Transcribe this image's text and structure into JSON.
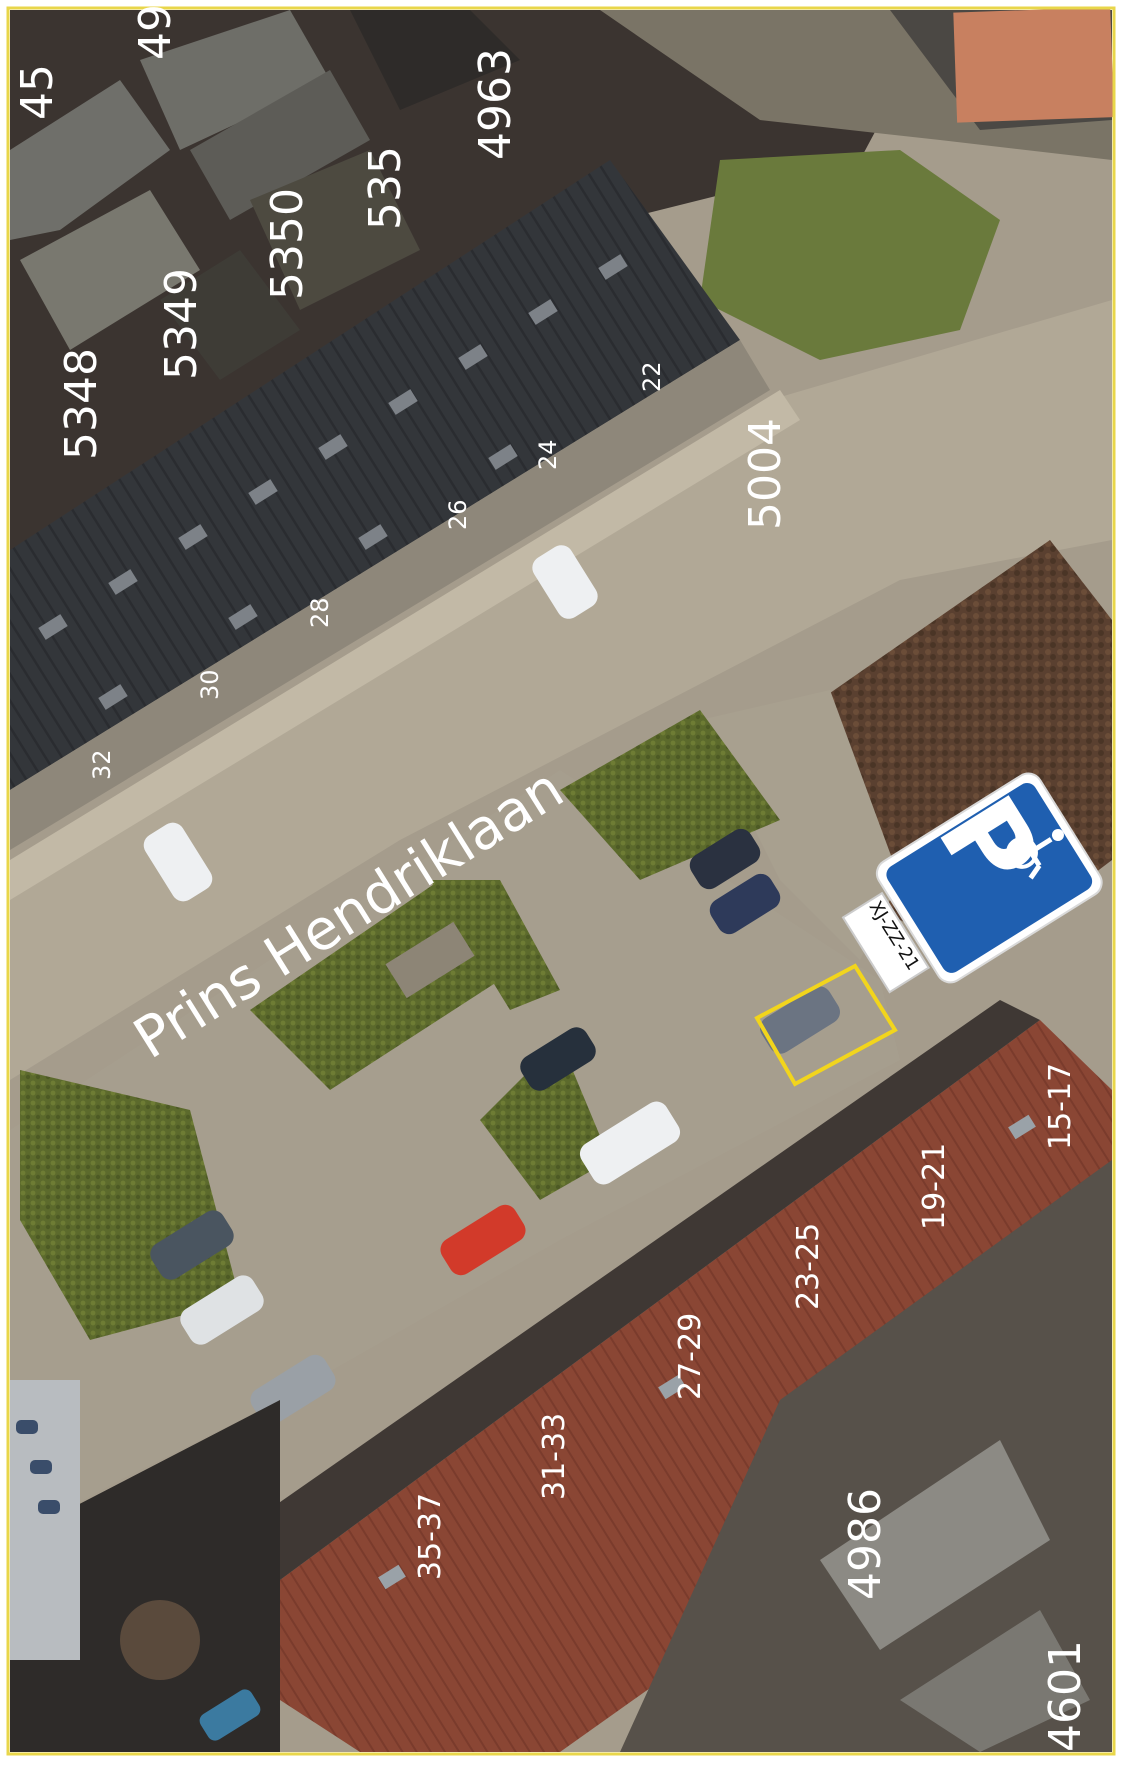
{
  "street": {
    "name": "Prins Hendriklaan"
  },
  "house_numbers_top": [
    "32",
    "30",
    "28",
    "26",
    "24",
    "22"
  ],
  "house_numbers_bottom": [
    "35-37",
    "31-33",
    "27-29",
    "23-25",
    "19-21",
    "15-17"
  ],
  "parcel_numbers": [
    "5348",
    "5349",
    "5350",
    "535",
    "4963",
    "49",
    "45",
    "5004",
    "4986",
    "4601"
  ],
  "parking_sign": {
    "letter": "P",
    "symbol": "wheelchair-icon",
    "plate": "XJ-ZZ-21",
    "sign_color": "#1f5fb0"
  },
  "highlight_color": "#f2d51c"
}
